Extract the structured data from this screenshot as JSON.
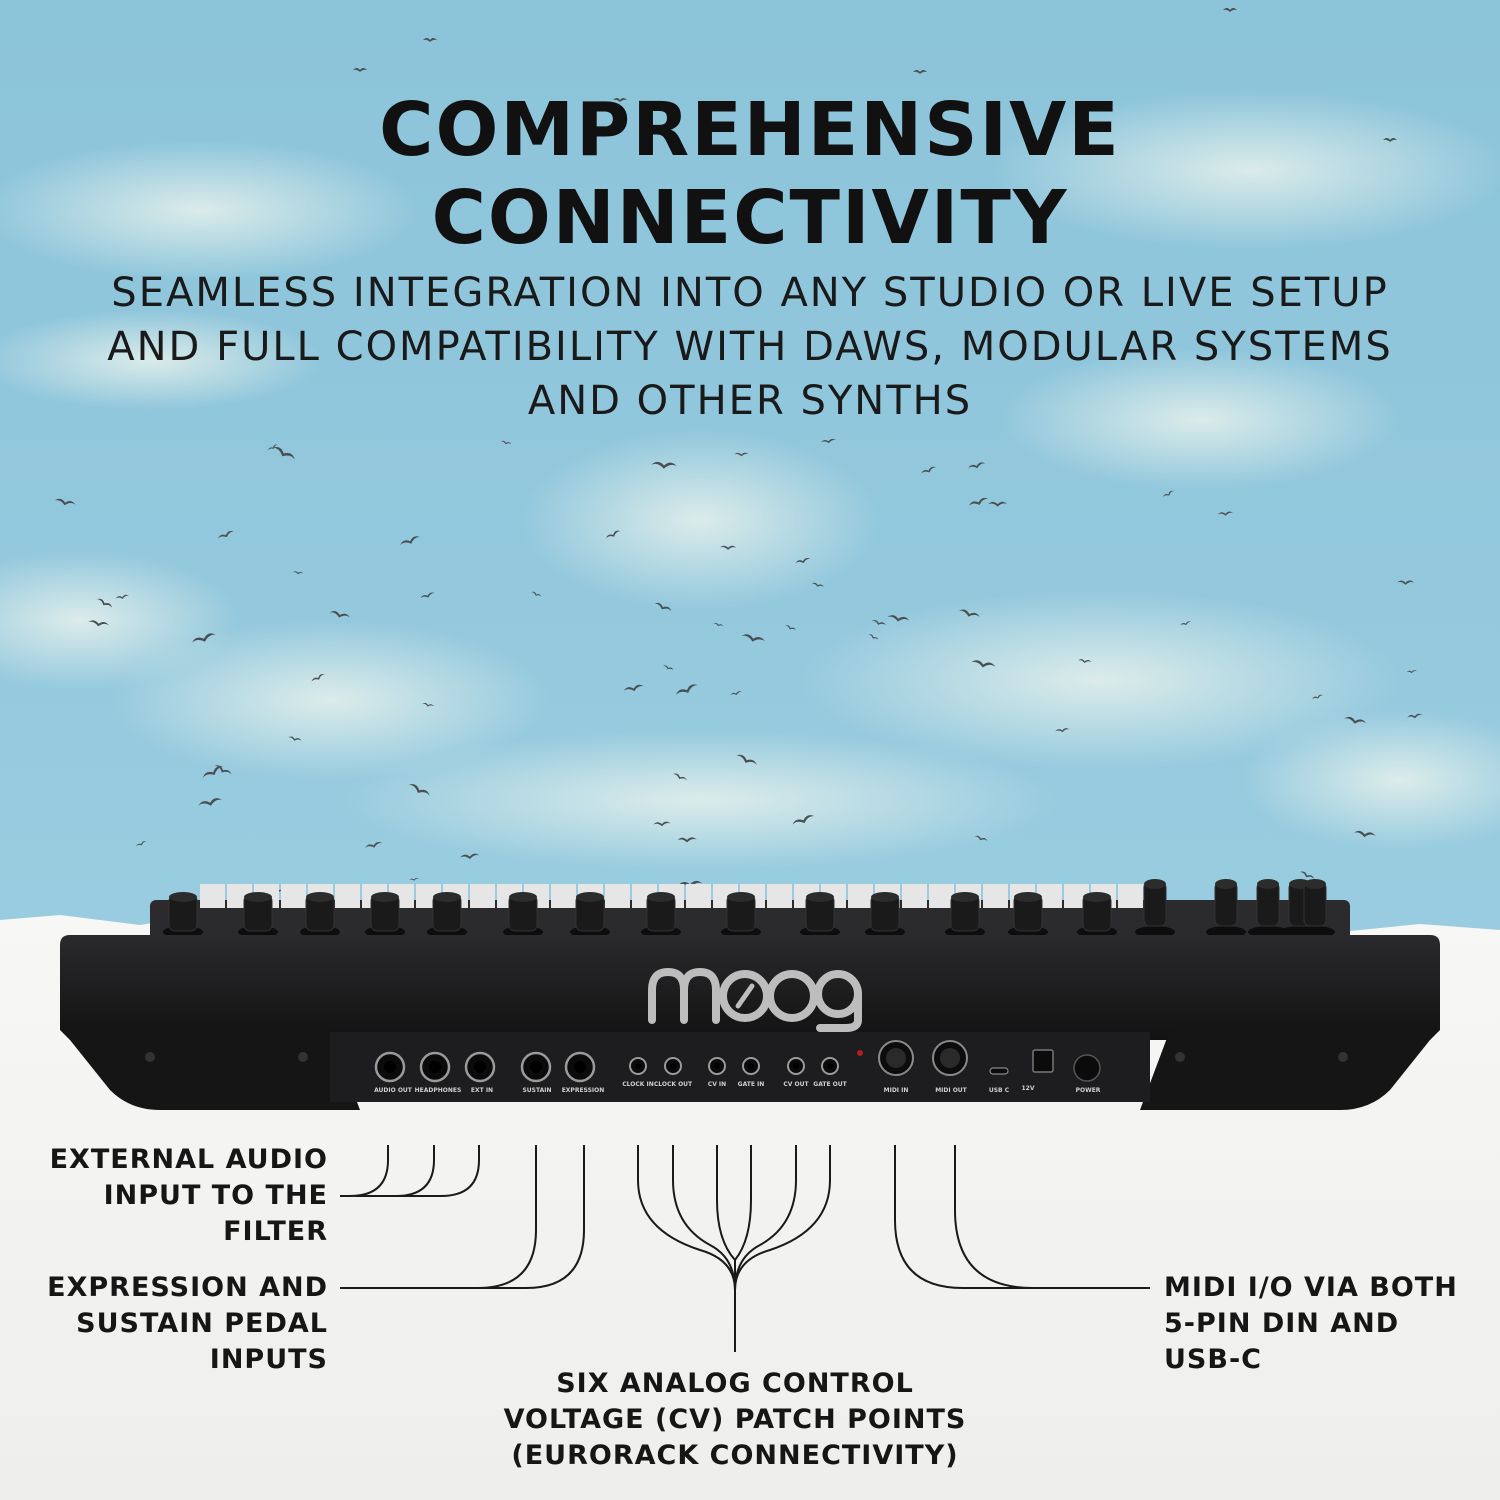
{
  "headline": {
    "line1": "COMPREHENSIVE",
    "line2": "CONNECTIVITY"
  },
  "subheading": {
    "line1": "SEAMLESS INTEGRATION INTO ANY STUDIO OR LIVE SETUP",
    "line2": "AND FULL COMPATIBILITY WITH DAWS, MODULAR SYSTEMS",
    "line3": "AND OTHER SYNTHS"
  },
  "brand_logo": "moog",
  "panel_labels": {
    "audio_out": "AUDIO OUT",
    "headphones": "HEADPHONES",
    "ext_in": "EXT IN",
    "sustain": "SUSTAIN",
    "expression": "EXPRESSION",
    "clock_in": "CLOCK IN",
    "clock_out": "CLOCK OUT",
    "cv_in": "CV IN",
    "gate_in": "GATE IN",
    "cv_out": "CV OUT",
    "gate_out": "GATE OUT",
    "midi_in": "MIDI IN",
    "midi_out": "MIDI OUT",
    "usb_c": "USB C",
    "power_rating": "12V",
    "power": "POWER"
  },
  "callouts": {
    "external_audio": [
      "EXTERNAL AUDIO",
      "INPUT TO THE",
      "FILTER"
    ],
    "pedal_inputs": [
      "EXPRESSION AND",
      "SUSTAIN PEDAL",
      "INPUTS"
    ],
    "cv_patch": [
      "SIX ANALOG CONTROL",
      "VOLTAGE (CV) PATCH POINTS",
      "(EURORACK CONNECTIVITY)"
    ],
    "midi_io": [
      "MIDI I/O VIA BOTH",
      "5-PIN DIN AND",
      "USB-C"
    ]
  },
  "colors": {
    "sky": "#8fc6dc",
    "paper": "#f4f4f2",
    "synth_body": "#1c1c1e",
    "text": "#141414"
  }
}
